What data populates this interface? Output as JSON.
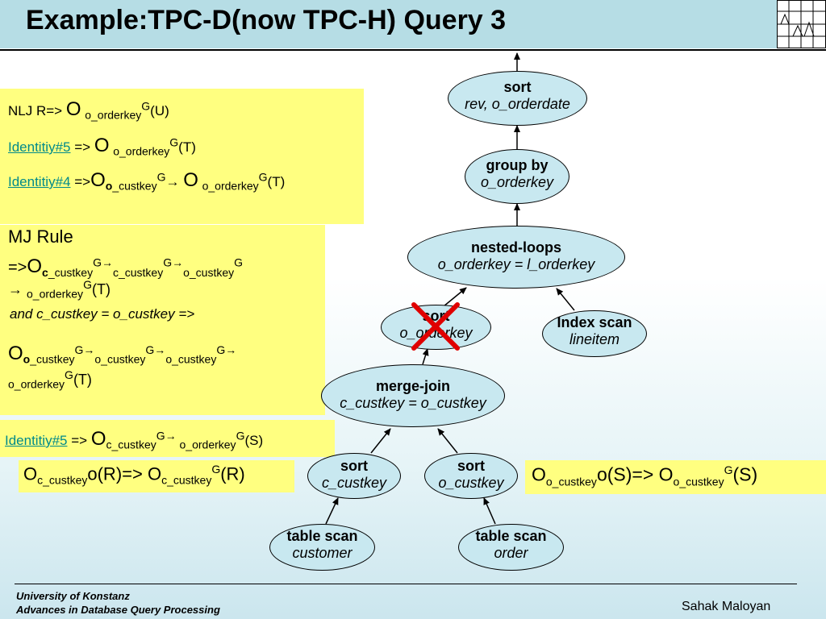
{
  "title": "Example:TPC-D(now TPC-H) Query 3",
  "box1": {
    "line1": {
      "prefix": "NLJ R=> ",
      "o": "O",
      "sub": "o_orderkey",
      "sup": "G",
      "tail": "(U)"
    },
    "line2": {
      "link": "Identitiy#5",
      "arrow": " => ",
      "o": "O",
      "sub": "o_orderkey",
      "sup": "G",
      "tail": "(T)"
    },
    "line3": {
      "link": "Identitiy#4",
      "arrow": " =>",
      "o": "O",
      "sub_bold": "o",
      "sub": "_custkey",
      "sup": "G",
      "mid": "→ ",
      "o2": "O",
      "sub2": "o_orderkey",
      "sup2": "G",
      "tail": "(T)"
    }
  },
  "box2": {
    "heading": "MJ Rule",
    "line1": {
      "prefix": "=>",
      "o": "O",
      "sub_bold": "c",
      "sub": "_custkey",
      "sup1": "G→",
      "sub2": "c_custkey",
      "sup2": "G→",
      "sub3": "o_custkey",
      "sup3": "G"
    },
    "line2": {
      "arrow": "→",
      "sub": "o_orderkey",
      "sup": "G",
      "tail": "(T)"
    },
    "line3": "and c_custkey = o_custkey  =>",
    "line4": {
      "o": "O",
      "sub_bold": "o",
      "sub": "_custkey",
      "sup1": "G→",
      "sub2": "o_custkey",
      "sup2": "G→",
      "sub3": "o_custkey",
      "sup3": "G→"
    },
    "line5": {
      "sub": "o_orderkey",
      "sup": "G",
      "tail": "(T)"
    }
  },
  "box3": {
    "link": "Identitiy#5",
    "arrow": " => ",
    "o": "O",
    "sub": "c_custkey",
    "sup": "G→ ",
    "sub2": "o_orderkey",
    "sup2": "G",
    "tail": "(S)"
  },
  "box4": {
    "o": "O",
    "sub": "c_custkey",
    "mid": "o(R)=> O",
    "sub2": "c_custkey",
    "sup2": "G",
    "tail": "(R)"
  },
  "box5": {
    "o": "O",
    "sub": "o_custkey",
    "mid": "o(S)=> O",
    "sub2": "o_custkey",
    "sup2": "G",
    "tail": "(S)"
  },
  "nodes": {
    "sort_top": {
      "op": "sort",
      "arg": "rev, o_orderdate"
    },
    "group_by": {
      "op": "group by",
      "arg": "o_orderkey"
    },
    "nested_loops": {
      "op": "nested-loops",
      "arg": "o_orderkey = l_orderkey"
    },
    "sort_mid": {
      "op": "sort",
      "arg": "o_orderkey"
    },
    "index_scan": {
      "op": "Index scan",
      "arg": "lineitem"
    },
    "merge_join": {
      "op": "merge-join",
      "arg": "c_custkey = o_custkey"
    },
    "sort_c": {
      "op": "sort",
      "arg": "c_custkey"
    },
    "sort_o": {
      "op": "sort",
      "arg": "o_custkey"
    },
    "scan_customer": {
      "op": "table scan",
      "arg": "customer"
    },
    "scan_order": {
      "op": "table scan",
      "arg": "order"
    }
  },
  "footer": {
    "line1": "University of Konstanz",
    "line2": "Advances in Database Query Processing",
    "author": "Sahak Maloyan"
  },
  "colors": {
    "title_bar": "#b6dde5",
    "note_box": "#ffff80",
    "node_fill": "#c8e8f0",
    "link": "#008a8a",
    "cross": "#e00000"
  }
}
